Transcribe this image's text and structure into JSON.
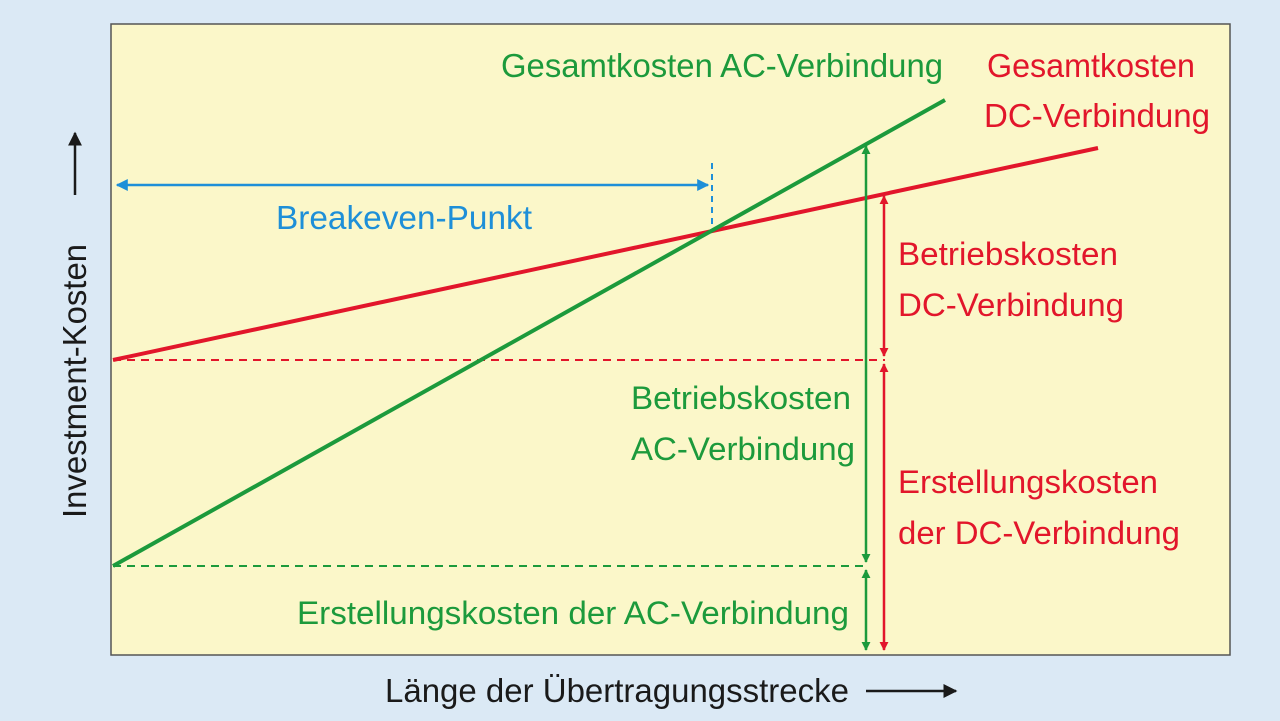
{
  "diagram": {
    "colors": {
      "background": "#dbe9f5",
      "plot_area": "#fbf7c9",
      "ac": "#1c9a3c",
      "dc": "#e2162b",
      "breakeven": "#1e8fd8",
      "text": "#1a1a1a"
    },
    "axes": {
      "y_label": "Investment-Kosten",
      "x_label": "Länge der Übertragungsstrecke"
    },
    "series": {
      "ac_total_label": "Gesamtkosten AC-Verbindung",
      "dc_total_label_line1": "Gesamtkosten",
      "dc_total_label_line2": "DC-Verbindung"
    },
    "annotations": {
      "breakeven_label": "Breakeven-Punkt",
      "dc_operating_line1": "Betriebskosten",
      "dc_operating_line2": "DC-Verbindung",
      "ac_operating_line1": "Betriebskosten",
      "ac_operating_line2": "AC-Verbindung",
      "dc_construction_line1": "Erstellungskosten",
      "dc_construction_line2": "der DC-Verbindung",
      "ac_construction_label": "Erstellungskosten der AC-Verbindung"
    }
  }
}
